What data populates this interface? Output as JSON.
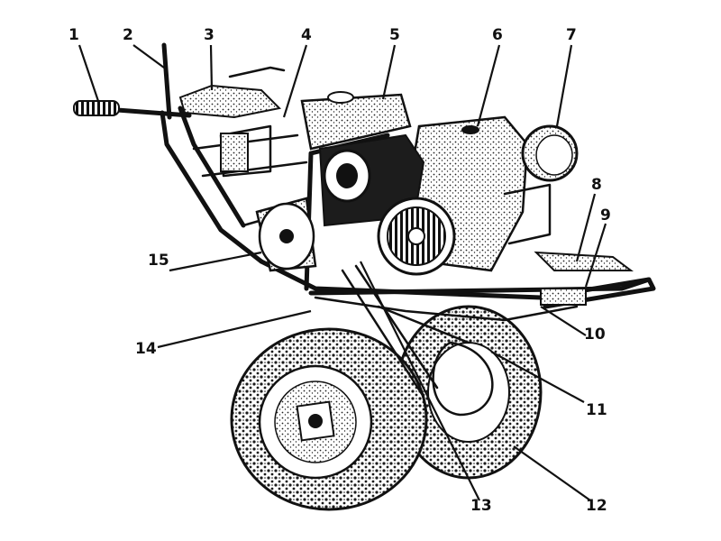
{
  "diagram": {
    "labels": [
      "1",
      "2",
      "3",
      "4",
      "5",
      "6",
      "7",
      "8",
      "9",
      "10",
      "11",
      "12",
      "13",
      "14",
      "15"
    ]
  },
  "colors": {
    "ink": "#111111",
    "background": "#ffffff",
    "tire": "#2a2a2a",
    "engine_fill": "#d9d9d9"
  }
}
